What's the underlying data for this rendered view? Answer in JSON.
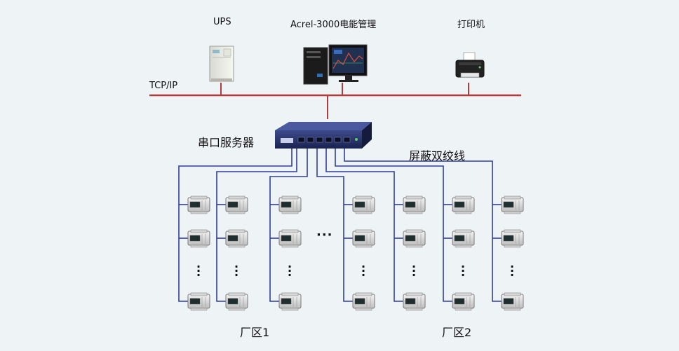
{
  "devices": {
    "ups_label": "UPS",
    "pc_label": "Acrel-3000电能管理",
    "printer_label": "打印机"
  },
  "network": {
    "tcpip_label": "TCP/IP",
    "serial_server_label": "串口服务器",
    "cable_label": "屏蔽双绞线"
  },
  "zones": {
    "zone1_label": "厂区1",
    "zone2_label": "厂区2",
    "middle_ellipsis": "···"
  },
  "colors": {
    "ethernet_line": "#b23b3b",
    "rs485_line": "#2f3e9e",
    "background": "#eef3f5"
  },
  "icons": [
    "ups-icon",
    "computer-icon",
    "printer-icon",
    "serial-server-icon",
    "meter-icon"
  ]
}
